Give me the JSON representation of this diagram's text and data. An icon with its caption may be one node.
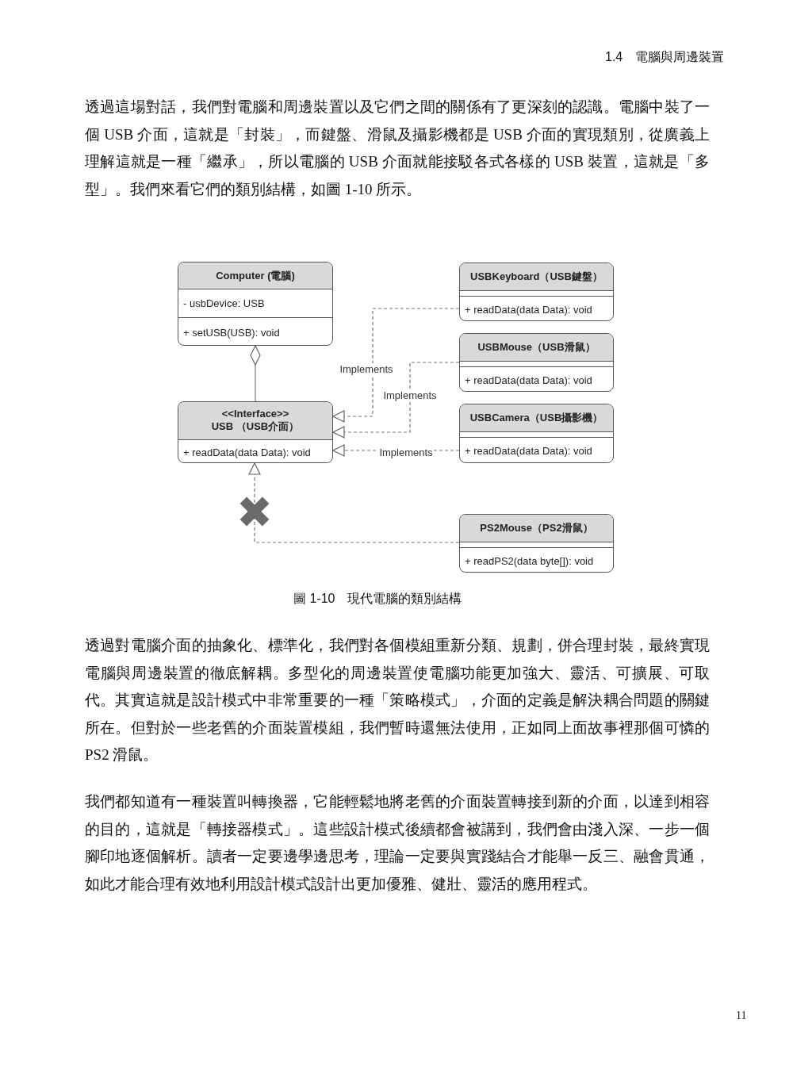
{
  "diagram": {
    "caption": "圖 1-10　現代電腦的類別結構",
    "nodes": [
      {
        "text": [
          "Computer (電腦)",
          "- usbDevice: USB",
          "+ setUSB(USB): void"
        ]
      },
      {
        "text": [
          "<<Interface>>",
          "USB （USB介面）",
          "+ readData(data Data): void"
        ]
      },
      {
        "text": [
          "USBKeyboard（USB鍵盤）",
          "+ readData(data Data): void"
        ]
      },
      {
        "text": [
          "USBMouse（USB滑鼠）",
          "+ readData(data Data): void"
        ]
      },
      {
        "text": [
          "USBCamera（USB攝影機）",
          "+ readData(data Data): void"
        ]
      },
      {
        "text": [
          "PS2Mouse（PS2滑鼠）",
          "+ readPS2(data byte[]): void"
        ]
      }
    ],
    "edges": [
      {
        "from": 1,
        "to": 0,
        "arrow": "other"
      },
      {
        "from": 2,
        "to": 1,
        "arrow": "to",
        "style": "dashed",
        "label": "Implements"
      },
      {
        "from": 3,
        "to": 1,
        "arrow": "to",
        "style": "dashed",
        "label": "Implements"
      },
      {
        "from": 4,
        "to": 1,
        "arrow": "to",
        "style": "dashed",
        "label": "Implements"
      },
      {
        "from": 5,
        "to": 1,
        "arrow": "to",
        "style": "dashed"
      }
    ],
    "labels": [
      "1.4　電腦與周邊裝置",
      "透過這場對話，我們對電腦和周邊裝置以及它們之間的關係有了更深刻的認識。電腦中裝了一個 USB 介面，這就是「封裝」，而鍵盤、滑鼠及攝影機都是 USB 介面的實現類別，從廣義上理解這就是一種「繼承」，所以電腦的 USB 介面就能接駁各式各樣的 USB 裝置，這就是「多型」。我們來看它們的類別結構，如圖 1-10 所示。",
      "透過對電腦介面的抽象化、標準化，我們對各個模組重新分類、規劃，併合理封裝，最終實現電腦與周邊裝置的徹底解耦。多型化的周邊裝置使電腦功能更加強大、靈活、可擴展、可取代。其實這就是設計模式中非常重要的一種「策略模式」，介面的定義是解決耦合問題的關鍵所在。但對於一些老舊的介面裝置模組，我們暫時還無法使用，正如同上面故事裡那個可憐的 PS2 滑鼠。",
      "我們都知道有一種裝置叫轉換器，它能輕鬆地將老舊的介面裝置轉接到新的介面，以達到相容的目的，這就是「轉接器模式」。這些設計模式後續都會被講到，我們會由淺入深、一步一個腳印地逐個解析。讀者一定要邊學邊思考，理論一定要與實踐結合才能舉一反三、融會貫通，如此才能合理有效地利用設計模式設計出更加優雅、健壯、靈活的應用程式。",
      "11"
    ]
  }
}
